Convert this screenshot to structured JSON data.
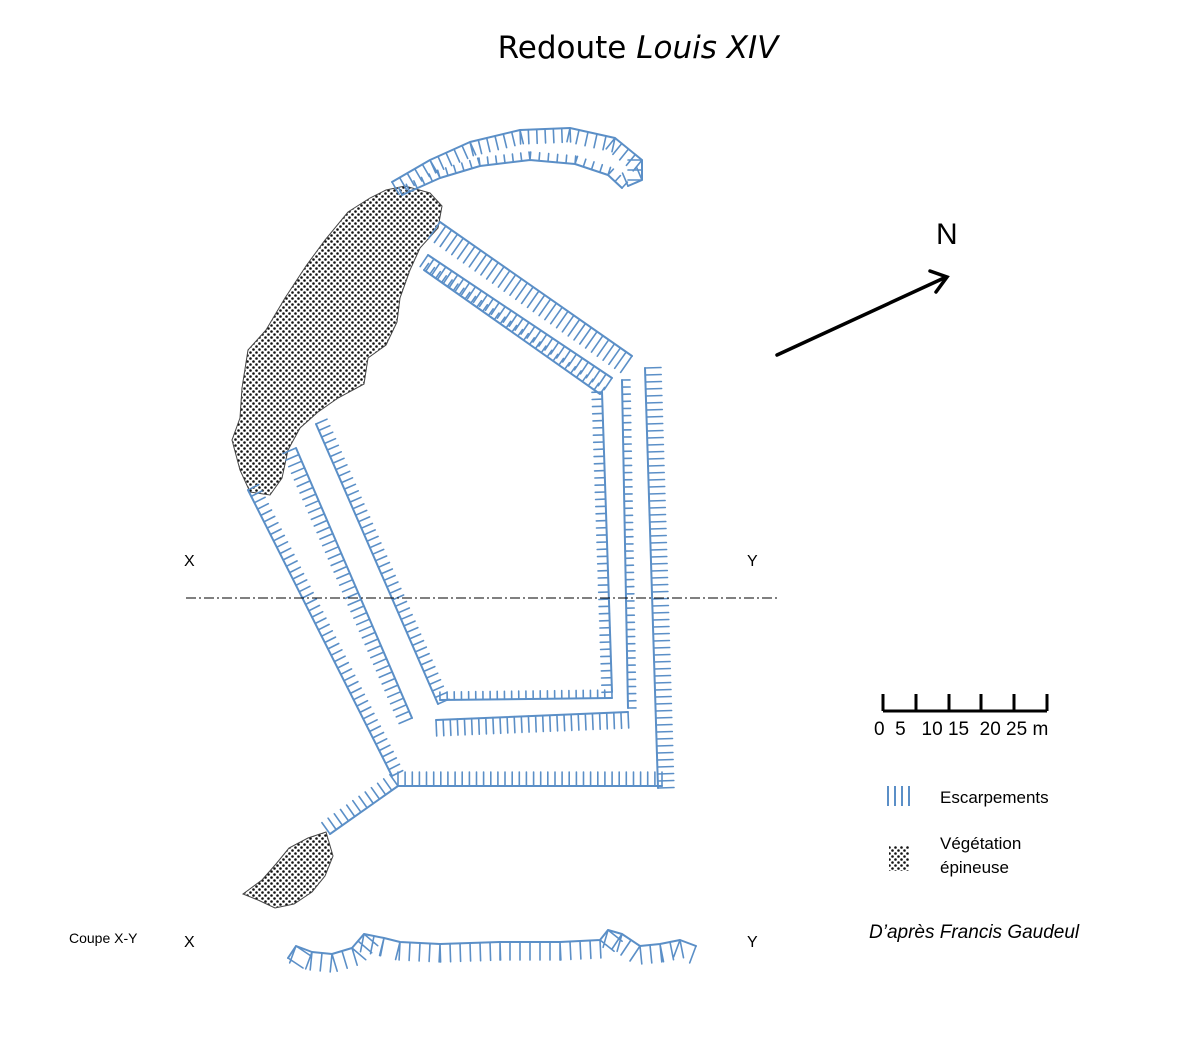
{
  "title": {
    "main": "Redoute",
    "italic": "Louis XIV"
  },
  "north_label": "N",
  "section_line": {
    "left_label": "X",
    "right_label": "Y"
  },
  "profile": {
    "caption": "Coupe X-Y",
    "left_label": "X",
    "right_label": "Y"
  },
  "scale_bar": {
    "labels": "0  5   10 15  20 25 m",
    "unit": "m"
  },
  "legend": {
    "escarpments": "Escarpements",
    "vegetation_line1": "Végétation",
    "vegetation_line2": "épineuse"
  },
  "credit": "D’après Francis Gaudeul",
  "colors": {
    "escarpment": "#5b8fc7",
    "ink": "#000000"
  },
  "icons": [
    "north-arrow-icon",
    "escarpment-swatch-icon",
    "vegetation-swatch-icon"
  ]
}
